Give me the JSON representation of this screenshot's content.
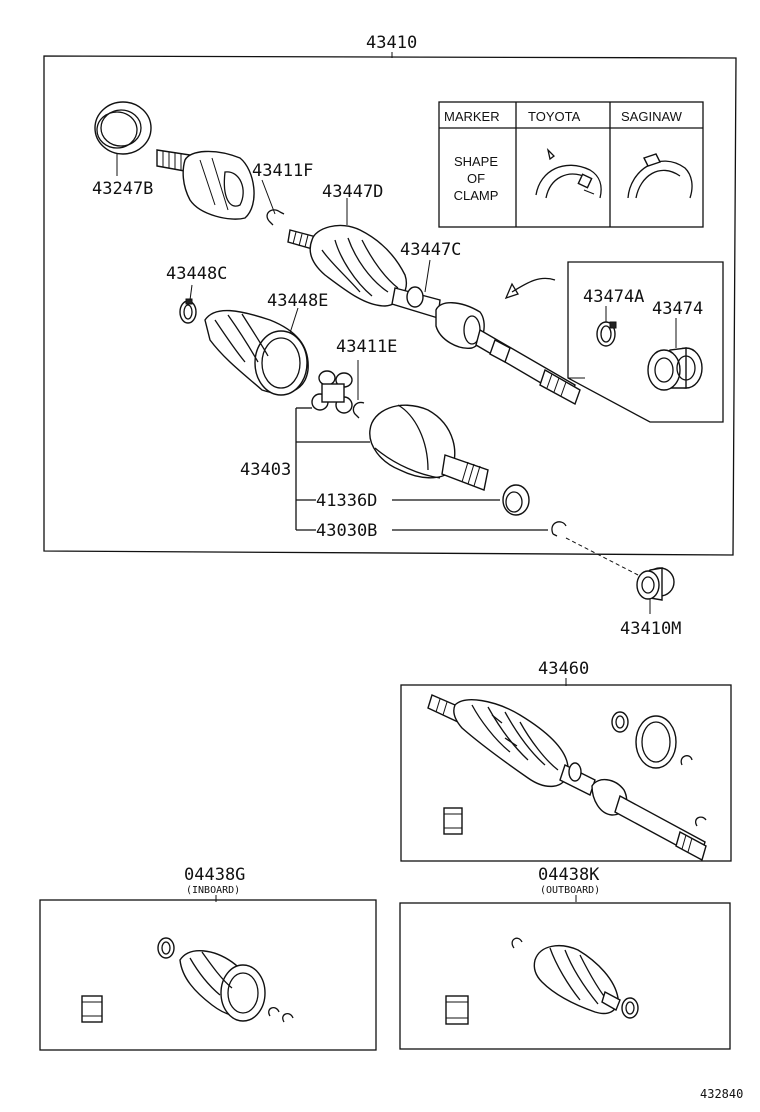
{
  "part_numbers": {
    "main_assembly": "43410",
    "outer_boot": "43247B",
    "snap_ring_f": "43411F",
    "outer_joint": "43447D",
    "shaft_joint": "43447C",
    "boot_clamp_c": "43448C",
    "boot_e": "43448E",
    "snap_ring_e": "43411E",
    "tripod_set": "43403",
    "seal": "41336D",
    "snap_ring_b": "43030B",
    "clamp_a": "43474A",
    "bearing": "43474",
    "dust_deflector": "43410M",
    "second_assembly": "43460",
    "kit_inboard": "04438G",
    "kit_outboard": "04438K"
  },
  "kit_notes": {
    "inboard": "(INBOARD)",
    "outboard": "(OUTBOARD)"
  },
  "marker_table": {
    "headers": [
      "MARKER",
      "TOYOTA",
      "SAGINAW"
    ],
    "row_label": [
      "SHAPE",
      "OF",
      "CLAMP"
    ]
  },
  "footer_code": "432840"
}
